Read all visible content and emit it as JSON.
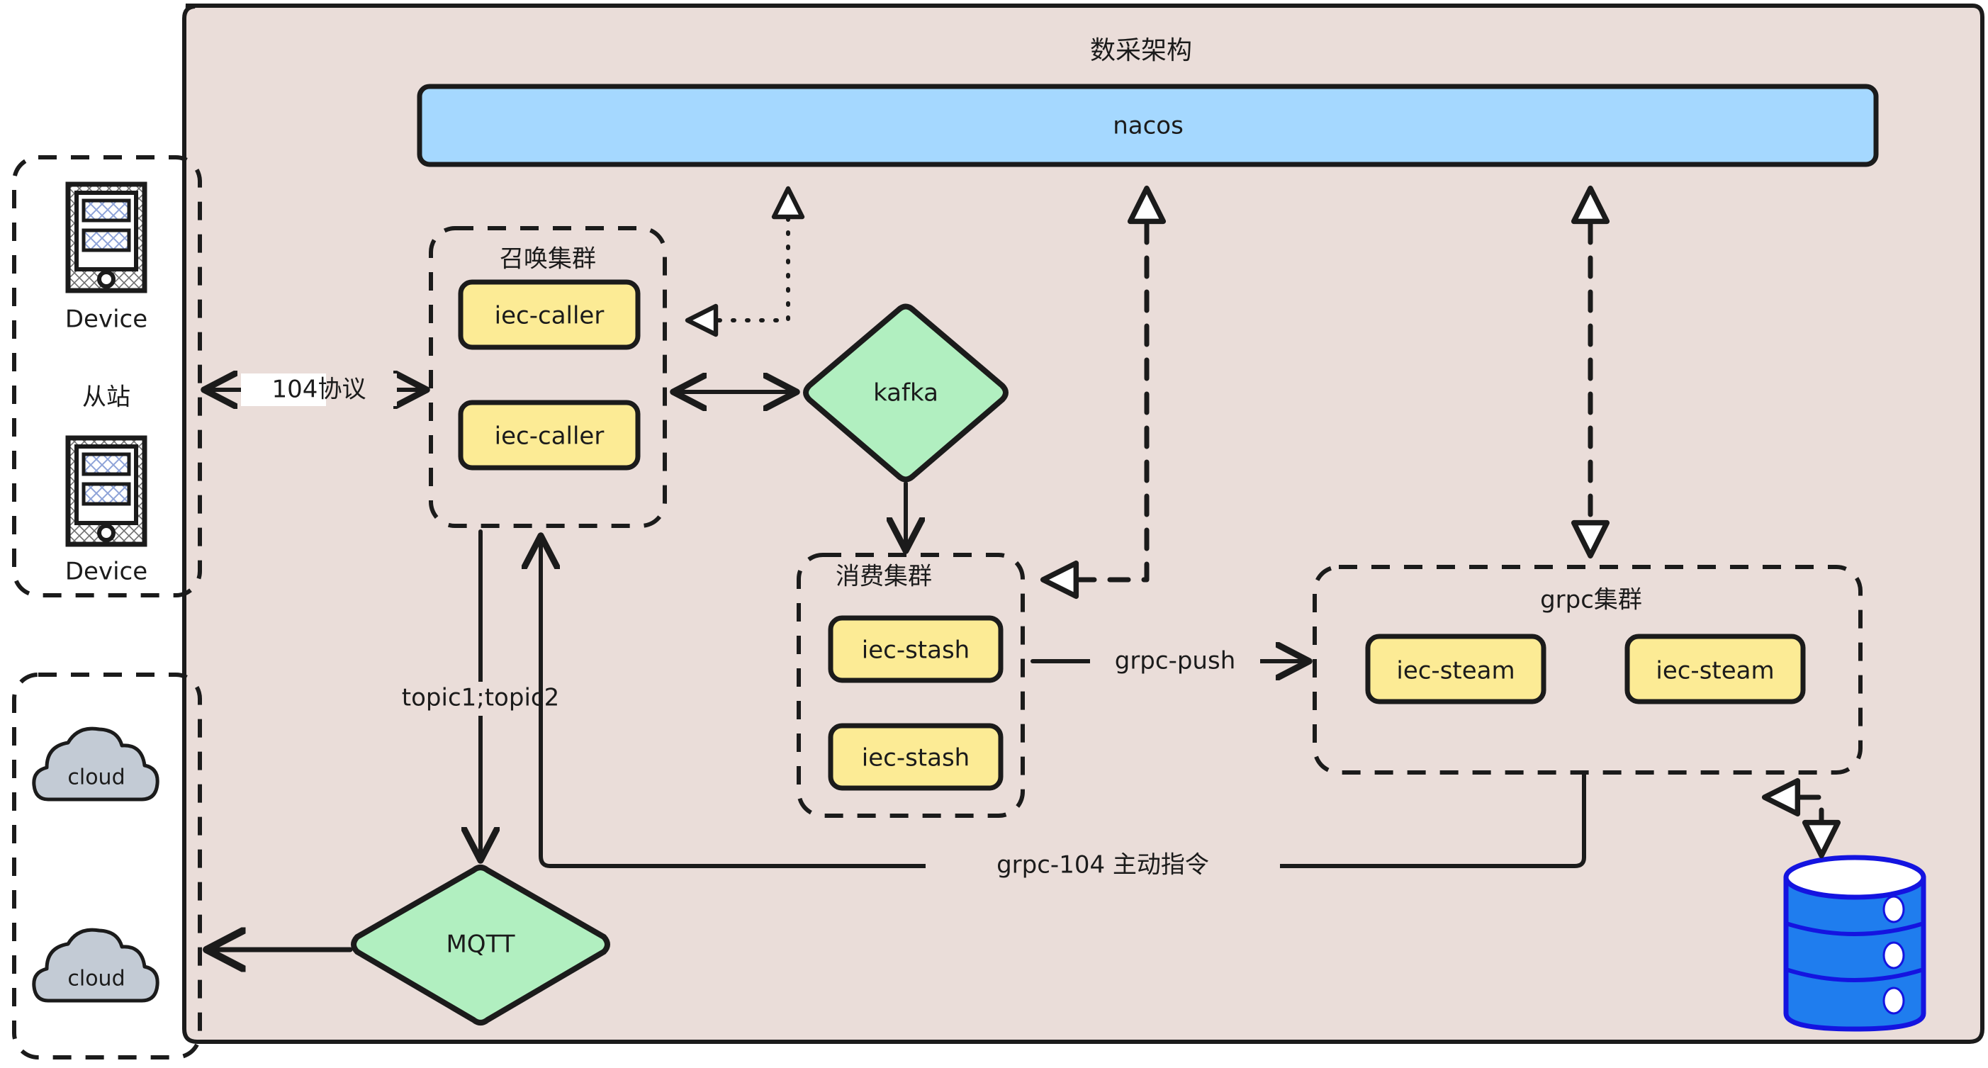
{
  "diagram": {
    "title": "数采架构",
    "title_position": "top-center",
    "background": "#ffffff",
    "colors": {
      "container_fill": "#EADDD9",
      "nacos_fill": "#A5D8FF",
      "service_fill": "#FCEB95",
      "queue_fill": "#B1EFC0",
      "cloud_fill": "#C3CBD5",
      "database_fill": "#1F7DEE",
      "database_stroke": "#1414E0",
      "stroke": "#1b1b1b"
    }
  },
  "groups": {
    "slave_zone": {
      "style": "dashed-rounded",
      "middle_label": "从站",
      "devices": [
        {
          "label": "Device",
          "icon": "device-tablet-icon"
        },
        {
          "label": "Device",
          "icon": "device-tablet-icon"
        }
      ]
    },
    "cloud_zone": {
      "style": "dashed-rounded",
      "clouds": [
        {
          "label": "cloud",
          "icon": "cloud-icon"
        },
        {
          "label": "cloud",
          "icon": "cloud-icon"
        }
      ]
    },
    "main_container": {
      "title": "数采架构",
      "style": "rounded-solid"
    },
    "caller_cluster": {
      "label": "召唤集群",
      "style": "dashed-rounded",
      "nodes": [
        {
          "label": "iec-caller"
        },
        {
          "label": "iec-caller"
        }
      ]
    },
    "consumer_cluster": {
      "label": "消费集群",
      "style": "dashed-rounded",
      "nodes": [
        {
          "label": "iec-stash"
        },
        {
          "label": "iec-stash"
        }
      ]
    },
    "grpc_cluster": {
      "label": "grpc集群",
      "style": "dashed-rounded",
      "nodes": [
        {
          "label": "iec-steam"
        },
        {
          "label": "iec-steam"
        }
      ]
    }
  },
  "nodes": {
    "nacos": {
      "label": "nacos",
      "shape": "rounded-rect",
      "fill": "#A5D8FF"
    },
    "kafka": {
      "label": "kafka",
      "shape": "diamond",
      "fill": "#B1EFC0"
    },
    "mqtt": {
      "label": "MQTT",
      "shape": "diamond",
      "fill": "#B1EFC0"
    },
    "database": {
      "label": "",
      "shape": "cylinder",
      "fill": "#1F7DEE"
    }
  },
  "edges": [
    {
      "id": "device-caller",
      "label": "104协议",
      "style": "solid",
      "arrows": "both"
    },
    {
      "id": "caller-kafka",
      "label": "",
      "style": "solid",
      "arrows": "both"
    },
    {
      "id": "nacos-caller",
      "label": "",
      "style": "dotted",
      "arrows": "target-open"
    },
    {
      "id": "nacos-consumer",
      "label": "",
      "style": "dashed",
      "arrows": "both-open"
    },
    {
      "id": "nacos-grpc",
      "label": "",
      "style": "dashed",
      "arrows": "both-open"
    },
    {
      "id": "kafka-consumer",
      "label": "",
      "style": "solid",
      "arrows": "target"
    },
    {
      "id": "consumer-grpc",
      "label": "grpc-push",
      "style": "solid",
      "arrows": "target"
    },
    {
      "id": "grpc-database",
      "label": "",
      "style": "dashed",
      "arrows": "both-open"
    },
    {
      "id": "caller-mqtt",
      "label": "topic1;topic2",
      "style": "solid",
      "arrows": "target"
    },
    {
      "id": "grpc-caller",
      "label": "grpc-104 主动指令",
      "style": "solid",
      "arrows": "target"
    },
    {
      "id": "mqtt-cloud",
      "label": "",
      "style": "solid",
      "arrows": "target"
    }
  ],
  "labels": {
    "protocol_104": "104协议",
    "topics": "topic1;topic2",
    "grpc_push": "grpc-push",
    "grpc_104": "grpc-104 主动指令",
    "slave": "从站"
  }
}
